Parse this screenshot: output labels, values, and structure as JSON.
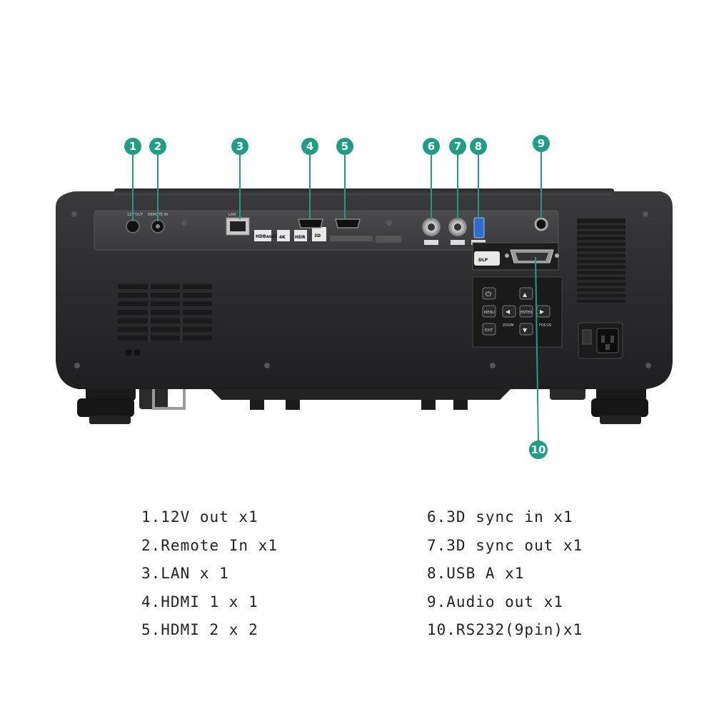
{
  "accent_color": "#1f9e86",
  "callouts": [
    "1",
    "2",
    "3",
    "4",
    "5",
    "6",
    "7",
    "8",
    "9",
    "10"
  ],
  "legend": {
    "left": [
      "1.12V out x1",
      "2.Remote In x1",
      "3.LAN x 1",
      "4.HDMI 1 x 1",
      "5.HDMI 2 x 2"
    ],
    "right": [
      "6.3D sync in x1",
      "7.3D sync out x1",
      "8.USB A x1",
      "9.Audio out x1",
      "10.RS232(9pin)x1"
    ]
  },
  "panel": {
    "badges": [
      "4K",
      "HDR",
      "3D"
    ],
    "hdbaset": "HDBaseT",
    "logo_dlp": "DLP",
    "keypad_keys": [
      "MENU",
      "ENTER",
      "EXIT",
      "ZOOM",
      "FOCUS"
    ]
  },
  "icons": {
    "power": "power-icon",
    "up": "up-arrow-icon",
    "down": "down-arrow-icon",
    "left": "left-arrow-icon",
    "right": "right-arrow-icon"
  }
}
